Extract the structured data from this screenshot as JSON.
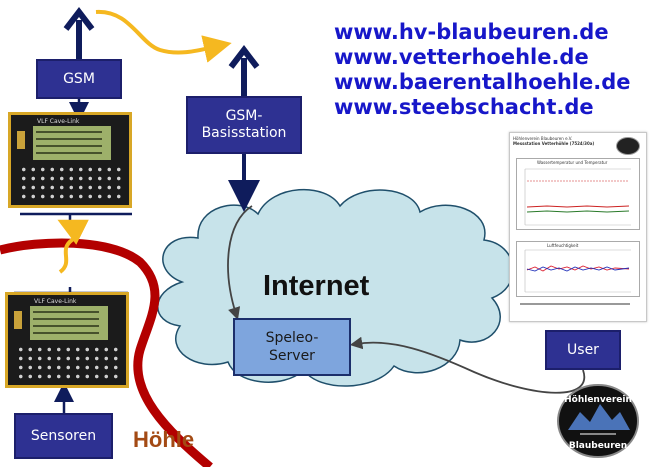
{
  "boxes": {
    "gsm": "GSM",
    "basisstation": "GSM-\nBasisstation",
    "sensoren": "Sensoren",
    "user": "User",
    "speleo_server": "Speleo-\nServer"
  },
  "cloud_label": "Internet",
  "cave_label": "Höhle",
  "urls": [
    "www.hv-blaubeuren.de",
    "www.vetterhoehle.de",
    "www.baerentalhoehle.de",
    "www.steebschacht.de"
  ],
  "device_title": "VLF Cave-Link",
  "logo_badge": {
    "top": "Höhlenverein",
    "bottom": "Blaubeuren"
  },
  "screenshot": {
    "heading": "Höhlenverein Blaubeuren e.V.",
    "title": "Messstation Vetterhöhle (7524/30a)",
    "plot1_title": "Wassertemperatur und Temperatur",
    "plot2_title": "Luftfeuchtigkeit"
  },
  "colors": {
    "box_fill": "#2e3192",
    "server_fill": "#7ea5dd",
    "cloud_fill": "#c7e3ea",
    "cave_line": "#b30000",
    "wireless_arrow": "#f5b820",
    "url_text": "#1717c9",
    "device_frame": "#d8a726"
  },
  "icons": [
    "cloud-icon",
    "wireless-signal-arrow-icon",
    "up-arrow-icon",
    "cave-communicator-device-icon",
    "association-logo-icon"
  ]
}
